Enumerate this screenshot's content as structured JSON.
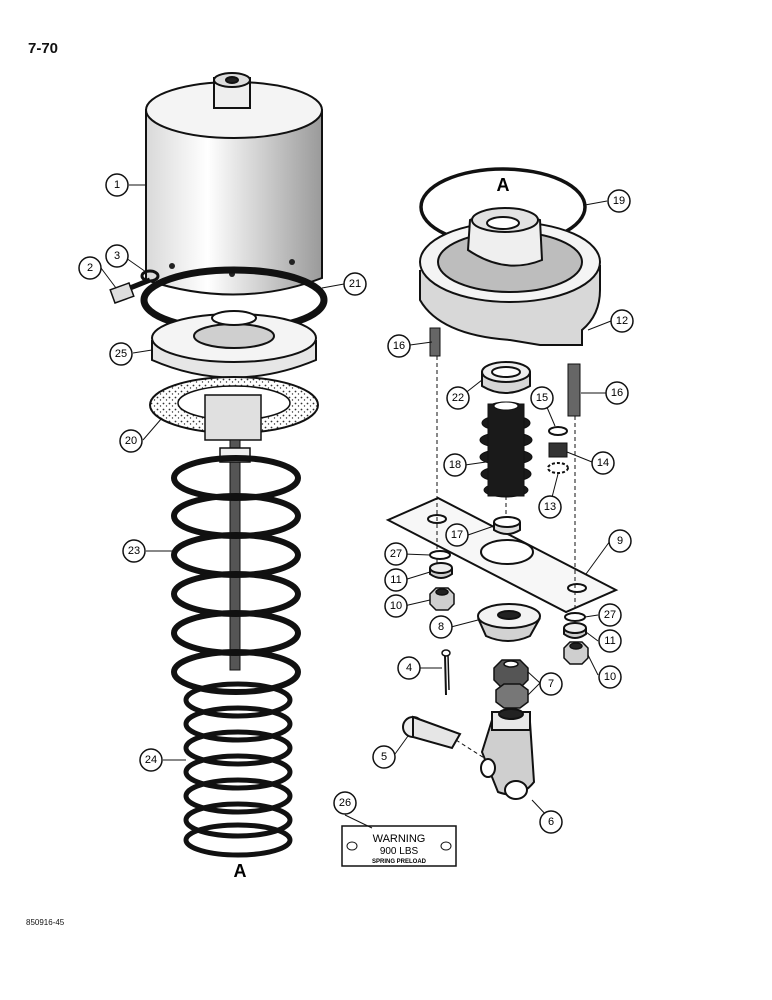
{
  "page": {
    "number": "7-70",
    "figure_code": "850916-45"
  },
  "section_marks": {
    "left": "A",
    "right": "A"
  },
  "warning_plate": {
    "line1": "WARNING",
    "line2": "900 LBS",
    "line3": "SPRING PRELOAD"
  },
  "callouts": [
    "1",
    "2",
    "3",
    "4",
    "5",
    "6",
    "7",
    "8",
    "9",
    "10",
    "11",
    "12",
    "13",
    "14",
    "15",
    "16",
    "17",
    "18",
    "19",
    "20",
    "21",
    "22",
    "23",
    "24",
    "25",
    "26",
    "27"
  ],
  "callout_labels": {
    "c1": "1",
    "c2": "2",
    "c3": "3",
    "c4": "4",
    "c5": "5",
    "c6": "6",
    "c7": "7",
    "c8": "8",
    "c9": "9",
    "c10a": "10",
    "c10b": "10",
    "c11a": "11",
    "c11b": "11",
    "c12": "12",
    "c13": "13",
    "c14": "14",
    "c15": "15",
    "c16a": "16",
    "c16b": "16",
    "c17": "17",
    "c18": "18",
    "c19": "19",
    "c20": "20",
    "c21": "21",
    "c22": "22",
    "c23": "23",
    "c24": "24",
    "c25": "25",
    "c26": "26",
    "c27a": "27",
    "c27b": "27"
  }
}
